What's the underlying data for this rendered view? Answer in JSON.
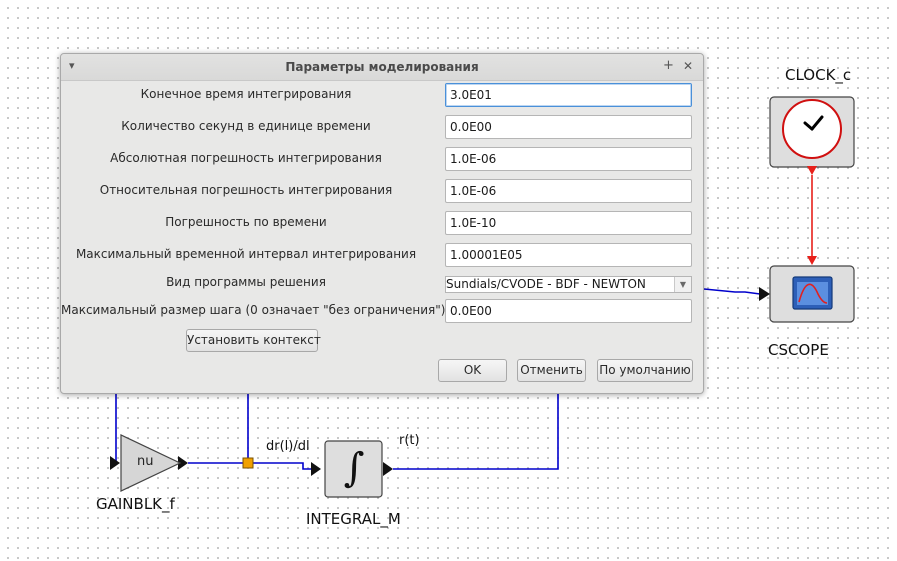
{
  "dialog": {
    "title": "Параметры моделирования",
    "menu_icon": "▾",
    "pin_icon": "+",
    "close_icon": "✕",
    "fields": [
      {
        "label": "Конечное время интегрирования",
        "value": "3.0E01"
      },
      {
        "label": "Количество секунд в единице времени",
        "value": "0.0E00"
      },
      {
        "label": "Абсолютная погрешность интегрирования",
        "value": "1.0E-06"
      },
      {
        "label": "Относительная погрешность интегрирования",
        "value": "1.0E-06"
      },
      {
        "label": "Погрешность по времени",
        "value": "1.0E-10"
      },
      {
        "label": "Максимальный временной интервал интегрирования",
        "value": "1.00001E05"
      }
    ],
    "solver": {
      "label": "Вид программы решения",
      "value": "Sundials/CVODE - BDF - NEWTON"
    },
    "max_step": {
      "label": "Максимальный размер шага (0 означает \"без ограничения\")",
      "value": "0.0E00"
    },
    "set_context_button": "Установить контекст",
    "ok_button": "OK",
    "cancel_button": "Отменить",
    "default_button": "По умолчанию"
  },
  "diagram": {
    "clock_label": "CLOCK_c",
    "scope_label": "CSCOPE",
    "gain_label": "GAINBLK_f",
    "gain_text": "nu",
    "integral_label": "INTEGRAL_M",
    "integral_symbol": "∫",
    "wire_in_label": "dr(l)/dl",
    "wire_out_label": "r(t)",
    "colors": {
      "data_wire": "#0000cc",
      "event_wire": "#e8201a",
      "split_point": "#f0a000"
    }
  }
}
